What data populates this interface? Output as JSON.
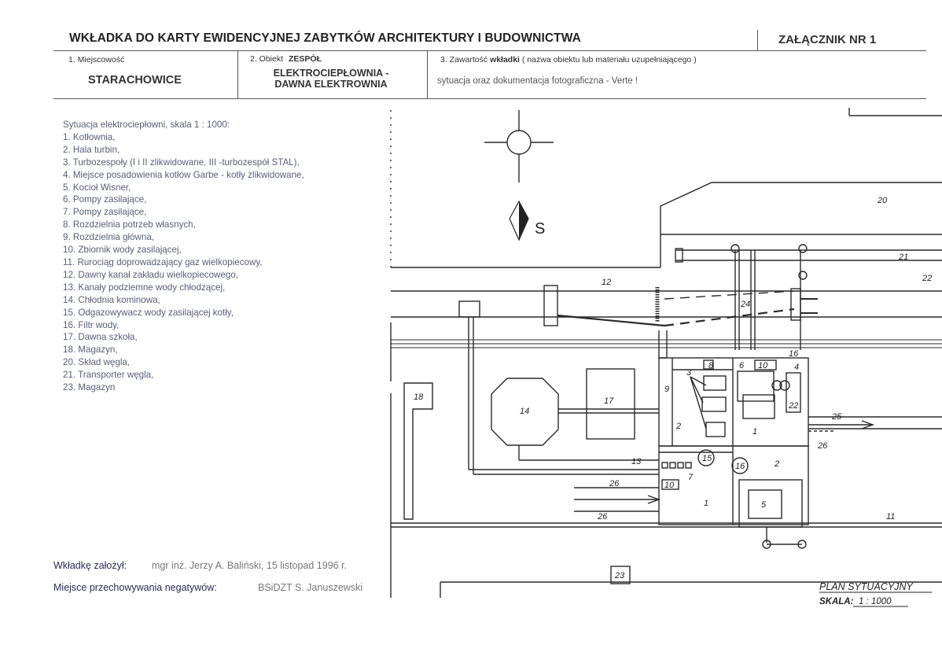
{
  "header": {
    "title": "WKŁADKA DO KARTY EWIDENCYJNEJ ZABYTKÓW ARCHITEKTURY I BUDOWNICTWA",
    "annex": "ZAŁĄCZNIK NR 1"
  },
  "fields": {
    "locality_label": "1. Miejscowość",
    "locality_value": "STARACHOWICE",
    "object_label_prefix": "2. Obiekt",
    "object_label_main": "ZESPÓŁ",
    "object_line1": "ELEKTROCIEPŁOWNIA -",
    "object_line2": "DAWNA ELEKTROWNIA",
    "content_label_prefix": "3. Zawartość",
    "content_label_bold": "wkładki",
    "content_label_rest": "( nazwa obiektu lub materiału uzupełniającego )",
    "content_value": "sytuacja oraz dokumentacja fotograficzna - Verte !"
  },
  "legend": {
    "heading": "Sytuacja elektrociepłowni, skala 1 : 1000:",
    "items": [
      "1. Kotłownia,",
      "2. Hala turbin,",
      "3. Turbozespoły (I i II zlikwidowane, III -turbozespół STAL),",
      "4. Miejsce posadowienia kotłów Garbe - kotły zlikwidowane,",
      "5. Kocioł Wisner,",
      "6. Pompy zasilające,",
      "7. Pompy zasilające,",
      "8. Rozdzielnia potrzeb własnych,",
      "9. Rozdzielnia główna,",
      "10. Zbiornik wody zasilającej,",
      "11. Rurociąg doprowadzający gaz wielkopiecowy,",
      "12. Dawny kanał zakładu wielkopiecowego,",
      "13. Kanały podziemne wody chłodzącej,",
      "14. Chłodnia kominowa,",
      "15. Odgazowywacz wody zasilającej kotły,",
      "16. Filtr wody,",
      "17. Dawna szkoła,",
      "18. Magazyn,",
      "20. Skład węgla,",
      "21. Transporter węgla,",
      "23. Magazyn"
    ]
  },
  "footer": {
    "author_label": "Wkładkę założył:",
    "author_value": "mgr inż. Jerzy A. Baliński, 15 listopad 1996 r.",
    "storage_label": "Miejsce przechowywania negatywów:",
    "storage_value": "BSiDZT S. Januszewski"
  },
  "plan": {
    "north_label": "S",
    "caption_line1": "PLAN SYTUACYJNY",
    "caption_line2_label": "SKALA:",
    "caption_line2_value": "1 : 1000",
    "labels": {
      "l20": "20",
      "l21": "21",
      "l12": "12",
      "l24": "24",
      "l18": "18",
      "l14": "14",
      "l17": "17",
      "l9": "9",
      "l3": "3",
      "l2": "2",
      "l1a": "1",
      "l1b": "1",
      "l4": "4",
      "l16a": "16",
      "l22": "22",
      "l25": "25",
      "l26a": "26",
      "l26b": "26",
      "l26c": "26",
      "l13": "13",
      "l15": "15",
      "l16b": "16",
      "l7": "7",
      "l10": "10",
      "l5": "5",
      "l11": "11",
      "l23": "23",
      "l6": "6",
      "l8": "8",
      "l10b": "10",
      "l2b": "2",
      "l22b": "22"
    }
  }
}
